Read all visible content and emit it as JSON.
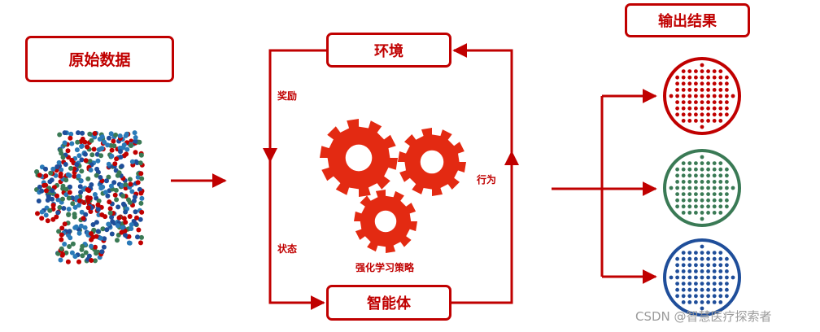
{
  "boxes": {
    "raw_data": "原始数据",
    "environment": "环境",
    "agent": "智能体",
    "output": "输出结果"
  },
  "labels": {
    "reward": "奖励",
    "state": "状态",
    "action": "行为",
    "policy": "强化学习策略"
  },
  "watermark": "CSDN @智慧医疗探索者",
  "colors": {
    "primary": "#c00000",
    "red": "#c00000",
    "blue": "#1f4e9a",
    "green": "#3a7a55",
    "light_blue": "#2a7ab8",
    "gear": "#e32a12"
  }
}
